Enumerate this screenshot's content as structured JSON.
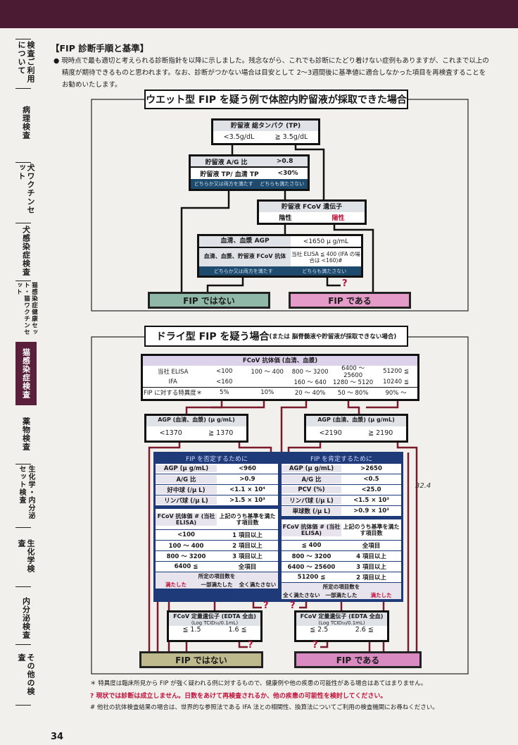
{
  "sidebar": {
    "items": [
      "検査ご利用について",
      "病理検査",
      "犬ワクチンセット",
      "犬感染症検査",
      "猫感染症健康セット・猫ワクチンセット",
      "猫感染症検査",
      "薬物検査",
      "生化学・内分泌セット検査",
      "生化学検査",
      "内分泌検査",
      "その他の検査"
    ],
    "active": "猫感染症検査"
  },
  "page_number": "34",
  "heading": "【FIP 診断手順と基準】",
  "intro": [
    "● 現時点で最も適切と考えられる診断指針を以降に示しました。残念ながら、これでも診断にたどり着けない症例もありますが、これまで以上の",
    "精度が期待できるものと思われます。なお、診断がつかない場合は目安として 2〜3週間後に基準値に適合しなかった項目を再検査することを",
    "お勧めいたします。"
  ],
  "wet": {
    "title": "ウエット型 FIP を疑う例で体腔内貯留液が採取できた場合",
    "tp": {
      "label": "貯留液 総タンパク (TP)",
      "low": "<3.5g/dL",
      "high": "≧ 3.5g/dL"
    },
    "ag": {
      "rows": [
        [
          "貯留液 A/G 比",
          ">0.8"
        ],
        [
          "貯留液 TP/ 血清 TP",
          "<30%"
        ]
      ],
      "yes": "どちらか又は両方を満たす",
      "no": "どちらも満たさない"
    },
    "gene": {
      "label": "貯留液 FCoV 遺伝子",
      "neg": "陰性",
      "pos": "陽性"
    },
    "agp": {
      "rows": [
        [
          "血清、血漿 AGP",
          "<1650 μ g/mL"
        ],
        [
          "血清、血漿、貯留液 FCoV 抗体",
          "当社 ELISA ≦ 400 (IFA の場合は <160)#"
        ]
      ],
      "yes": "どちらか又は両方を満たす",
      "no": "どちらも満たさない"
    },
    "not_fip": "FIP ではない",
    "is_fip": "FIP である",
    "q": "?"
  },
  "dry": {
    "title": "ドライ型 FIP を疑う場合",
    "subtitle": "(または 脳脊髄液や貯留液が採取できない場合)",
    "table": {
      "header": "FCoV 抗体価 (血清、血漿)",
      "rows": [
        [
          "当社 ELISA",
          "<100",
          "100 〜 400",
          "800 〜 3200",
          "6400 〜 25600",
          "51200 ≦"
        ],
        [
          "IFA",
          "<160",
          "",
          "160 〜 640",
          "1280 〜 5120",
          "10240 ≦"
        ],
        [
          "FIP に対する特異度＊",
          "5%",
          "10%",
          "20 〜 40%",
          "50 〜 80%",
          "90% 〜"
        ]
      ]
    },
    "agp_left": {
      "label": "AGP (血清、血漿) (μ g/mL)",
      "low": "<1370",
      "high": "≧ 1370"
    },
    "agp_right": {
      "label": "AGP (血清、血漿) (μ g/mL)",
      "low": "<2190",
      "high": "≧ 2190"
    },
    "neg_panel": {
      "title": "FIP を否定するために",
      "rows": [
        [
          "AGP (μ g/mL)",
          "<960"
        ],
        [
          "A/G 比",
          ">0.9"
        ],
        [
          "好中球 (/μ L)",
          "<1.1 × 10⁴"
        ],
        [
          "リンパ球 (/μ L)",
          ">1.5 × 10³"
        ]
      ],
      "ab_head": [
        "FCoV 抗体価 # (当社 ELISA)",
        "上記のうち基準を満たす項目数"
      ],
      "ab_rows": [
        [
          "<100",
          "1 項目以上"
        ],
        [
          "100 〜 400",
          "2 項目以上"
        ],
        [
          "800 〜 3200",
          "3 項目以上"
        ],
        [
          "6400 ≦",
          "全項目"
        ]
      ],
      "outcome_head": "所定の項目数を",
      "outcomes": [
        "満たした",
        "一部満たした",
        "全く満たさない"
      ]
    },
    "pos_panel": {
      "title": "FIP を肯定するために",
      "rows": [
        [
          "AGP (μ g/mL)",
          ">2650"
        ],
        [
          "A/G 比",
          "<0.5"
        ],
        [
          "PCV (%)",
          "<25.0"
        ],
        [
          "リンパ球 (/μ L)",
          "<1.5 × 10³"
        ],
        [
          "単球数 (/μ L)",
          ">0.9 × 10³"
        ]
      ],
      "ab_head": [
        "FCoV 抗体価 # (当社 ELISA)",
        "上記のうち基準を満たす項目数"
      ],
      "ab_rows": [
        [
          "≦ 400",
          "全項目"
        ],
        [
          "800 〜 3200",
          "4 項目以上"
        ],
        [
          "6400 〜 25600",
          "3 項目以上"
        ],
        [
          "51200 ≦",
          "2 項目以上"
        ]
      ],
      "outcome_head": "所定の項目数を",
      "outcomes": [
        "全く満たさない",
        "一部満たした",
        "満たした"
      ]
    },
    "gene_left": {
      "label": "FCoV 定量遺伝子 (EDTA 全血)",
      "unit": "(Log TCID₅₀/0.1mL)",
      "low": "≦ 1.5",
      "high": "1.6 ≦"
    },
    "gene_right": {
      "label": "FCoV 定量遺伝子 (EDTA 全血)",
      "unit": "(Log TCID₅₀/0.1mL)",
      "low": "≦ 2.5",
      "high": "2.6 ≦"
    },
    "not_fip": "FIP ではない",
    "is_fip": "FIP である",
    "q": "?"
  },
  "handwritten": "32.4",
  "notes": [
    "＊ 特異度は臨床所見から FIP が強く疑われる例に対するもので、健康例や他の疾患の可能性がある場合はあてはまりません。",
    "? 現状では診断は成立しません。日数をあけて再検査されるか、他の疾患の可能性を検討してください。",
    "# 他社の抗体検査結果の場合は、世界的な参照法である IFA 法との相関性、換算法についてご利用の検査機関にお尋ねください。"
  ],
  "colors": {
    "topbar": "#4a1b33",
    "active_tab": "#5a1f3a",
    "panel": "#1f3a78",
    "not_fip_wet": "#8fb8a8",
    "is_fip": "#e59bc8",
    "not_fip_dry": "#bfb98e",
    "flow_red": "#7a1a2a"
  }
}
